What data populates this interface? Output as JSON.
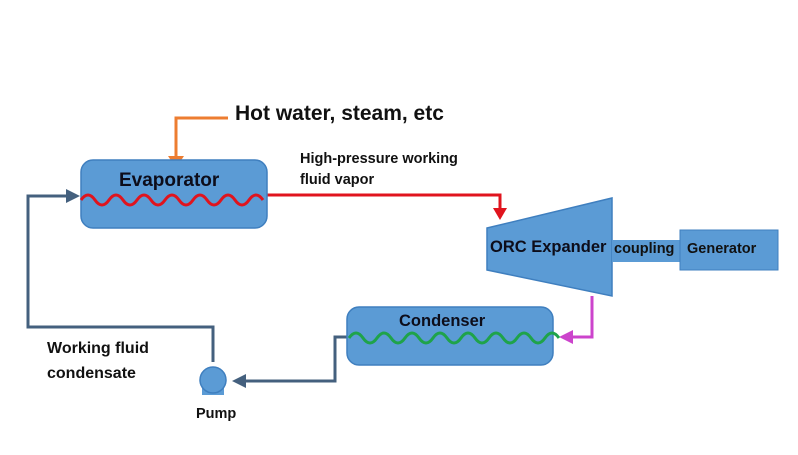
{
  "labels": {
    "heat_source": "Hot water, steam, etc",
    "evaporator": "Evaporator",
    "vapor_line1": "High-pressure working",
    "vapor_line2": "fluid vapor",
    "expander": "ORC Expander",
    "coupling": "coupling",
    "generator": "Generator",
    "condenser": "Condenser",
    "condensate_line1": "Working fluid",
    "condensate_line2": "condensate",
    "pump": "Pump"
  },
  "colors": {
    "component_fill": "#5b9bd5",
    "component_stroke": "#3f7fbf",
    "heat_input": "#ed7d31",
    "hot_vapor": "#e0141e",
    "expander_exhaust": "#cc44cc",
    "condenser_coil": "#1fa34a",
    "liquid_line": "#44607e"
  }
}
